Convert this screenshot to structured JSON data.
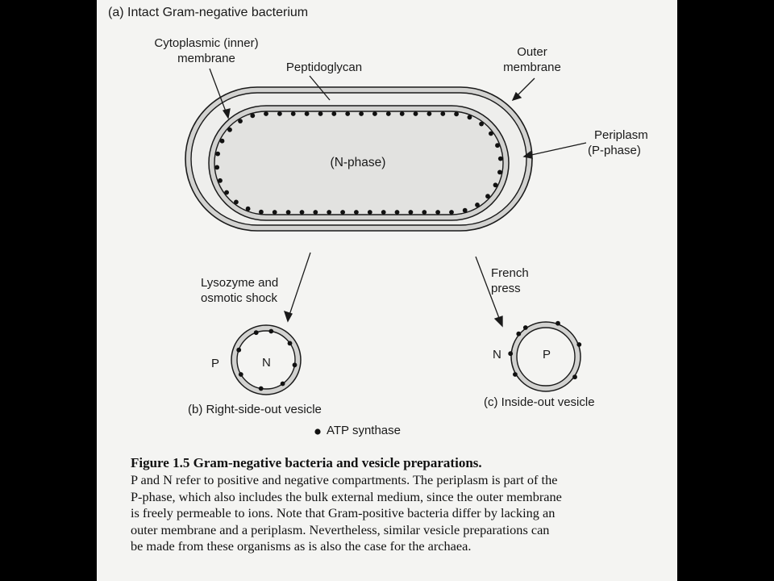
{
  "labels": {
    "panel_a_title": "(a) Intact Gram-negative bacterium",
    "cytoplasmic_line1": "Cytoplasmic (inner)",
    "cytoplasmic_line2": "membrane",
    "peptidoglycan": "Peptidoglycan",
    "outer_line1": "Outer",
    "outer_line2": "membrane",
    "periplasm_line1": "Periplasm",
    "periplasm_line2": "(P-phase)",
    "n_phase": "(N-phase)",
    "lysozyme_line1": "Lysozyme and",
    "lysozyme_line2": "osmotic shock",
    "french_line1": "French",
    "french_line2": "press",
    "vesicle_b_outer": "P",
    "vesicle_b_inner": "N",
    "vesicle_c_outer": "N",
    "vesicle_c_inner": "P",
    "panel_b_title": "(b) Right-side-out vesicle",
    "panel_c_title": "(c) Inside-out vesicle",
    "legend_atp": "ATP synthase"
  },
  "caption": {
    "heading": "Figure 1.5   Gram-negative bacteria and vesicle preparations.",
    "lines": [
      "P and N refer to positive and negative compartments. The periplasm is part of the",
      "P-phase, which also includes the bulk external medium, since the outer membrane",
      "is freely permeable to ions. Note that Gram-positive bacteria differ by lacking an",
      "outer membrane and a periplasm. Nevertheless, similar vesicle preparations can",
      "be made from these organisms as is also the case for the archaea."
    ]
  },
  "colors": {
    "membrane_fill": "#d2d2d0",
    "periplasm_fill": "#eeeeec",
    "cytoplasm_fill": "#e2e2e0",
    "line": "#1a1a1a",
    "dot": "#111111"
  }
}
